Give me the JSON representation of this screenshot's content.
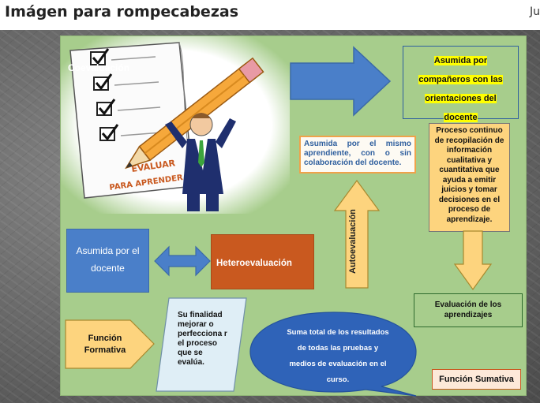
{
  "page": {
    "title": "Imágen para rompecabezas",
    "date_fragment": "Ju"
  },
  "clipart": {
    "sign_line1": "EVALUAR",
    "sign_line2": "PARA APRENDER"
  },
  "diagram": {
    "coevaluacion": "Coevaluación",
    "asumida_companeros": [
      "Asumida por",
      "compañeros con las",
      "orientaciones del",
      "docente"
    ],
    "proceso": "Proceso continuo de recopilación de información cualitativa y cuantitativa que ayuda a emitir juicios y tomar decisiones en el proceso de aprendizaje.",
    "evaluacion_aprendizajes": "Evaluación de los aprendizajes",
    "asumida_mismo": "Asumida por el mismo aprendiente, con o sin colaboración del docente.",
    "autoevaluacion": "Autoevaluación",
    "asumida_docente": "Asumida por el docente",
    "heteroevaluacion": "Heteroevaluación",
    "funcion_formativa": "Función Formativa",
    "finalidad": "Su finalidad mejorar o perfecciona r el proceso que se evalúa.",
    "suma_total": "Suma total de los resultados de todas las pruebas y medios de evaluación en el curso.",
    "funcion_sumativa": "Función Sumativa"
  },
  "colors": {
    "slide_bg": "#a7cd8c",
    "blue": "#4a7fc9",
    "orange": "#c9591f",
    "yellow_fill": "#fdd47e"
  }
}
